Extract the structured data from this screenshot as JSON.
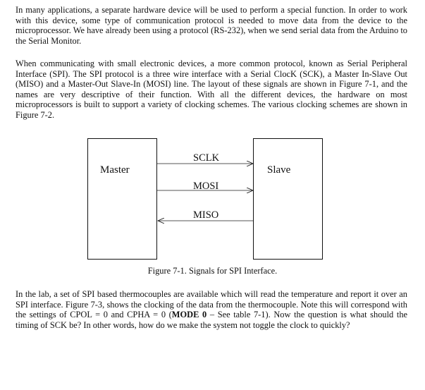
{
  "paragraphs": [
    "In many applications, a separate hardware device will be used to perform a special function.  In order to work with this device, some type of communication protocol is needed to move data from the device to the microprocessor.  We have already been using a protocol (RS-232), when we send serial data from the Arduino to the Serial Monitor.",
    "When communicating with small electronic devices, a more common protocol, known as Serial Peripheral Interface (SPI).  The SPI protocol is a three wire interface with a Serial ClocK (SCK), a Master In-Slave Out (MISO) and a Master-Out Slave-In (MOSI) line.  The layout of these signals are shown in Figure 7-1, and the names are very descriptive of their function.  With all the different devices, the hardware on most microprocessors is built to support a variety of clocking schemes.  The various clocking schemes are shown in Figure 7-2."
  ],
  "paragraph3": {
    "before_bold": "In the lab, a set of SPI based thermocouples are available which will read the temperature and report it over an SPI interface.  Figure 7-3, shows the clocking of the data from the thermocouple.  Note this will correspond with the settings of CPOL = 0 and CPHA = 0 (",
    "bold": "MODE 0",
    "after_bold": " – See table 7-1).  Now the question is what should the timing of SCK be?  In other words, how do we make the system not toggle the clock to quickly?"
  },
  "figure": {
    "master_label": "Master",
    "slave_label": "Slave",
    "signals": [
      {
        "label": "SCLK",
        "direction": "master-to-slave"
      },
      {
        "label": "MOSI",
        "direction": "master-to-slave"
      },
      {
        "label": "MISO",
        "direction": "slave-to-master"
      }
    ],
    "caption": "Figure 7-1.  Signals for SPI Interface."
  }
}
